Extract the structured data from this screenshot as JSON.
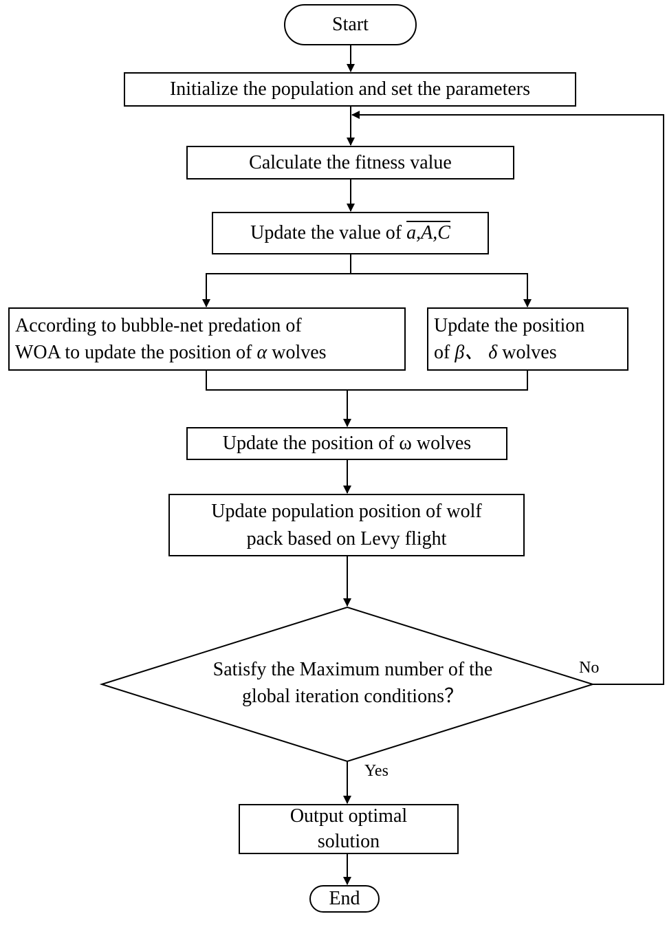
{
  "nodes": {
    "start": "Start",
    "init": "Initialize the population and set the parameters",
    "fitness": "Calculate the fitness value",
    "update_params_prefix": "Update the value of",
    "update_params_vectors": "a,A,C",
    "alpha_line1": "According to bubble-net predation of",
    "alpha_line2_prefix": "WOA to update the position of",
    "alpha_symbol": "α",
    "alpha_line2_suffix": "wolves",
    "beta_line1": "Update the position",
    "beta_line2_prefix": "of",
    "beta_symbols": "β、 δ",
    "beta_line2_suffix": "wolves",
    "omega_prefix": "Update the position of",
    "omega_symbol": "ω",
    "omega_suffix": "wolves",
    "levy_line1": "Update population position of wolf",
    "levy_line2": "pack based on Levy flight",
    "decision_line1": "Satisfy the Maximum number of the",
    "decision_line2": "global iteration  conditions？",
    "output_line1": "Output optimal",
    "output_line2": "solution",
    "end": "End"
  },
  "edge_labels": {
    "no": "No",
    "yes": "Yes"
  }
}
